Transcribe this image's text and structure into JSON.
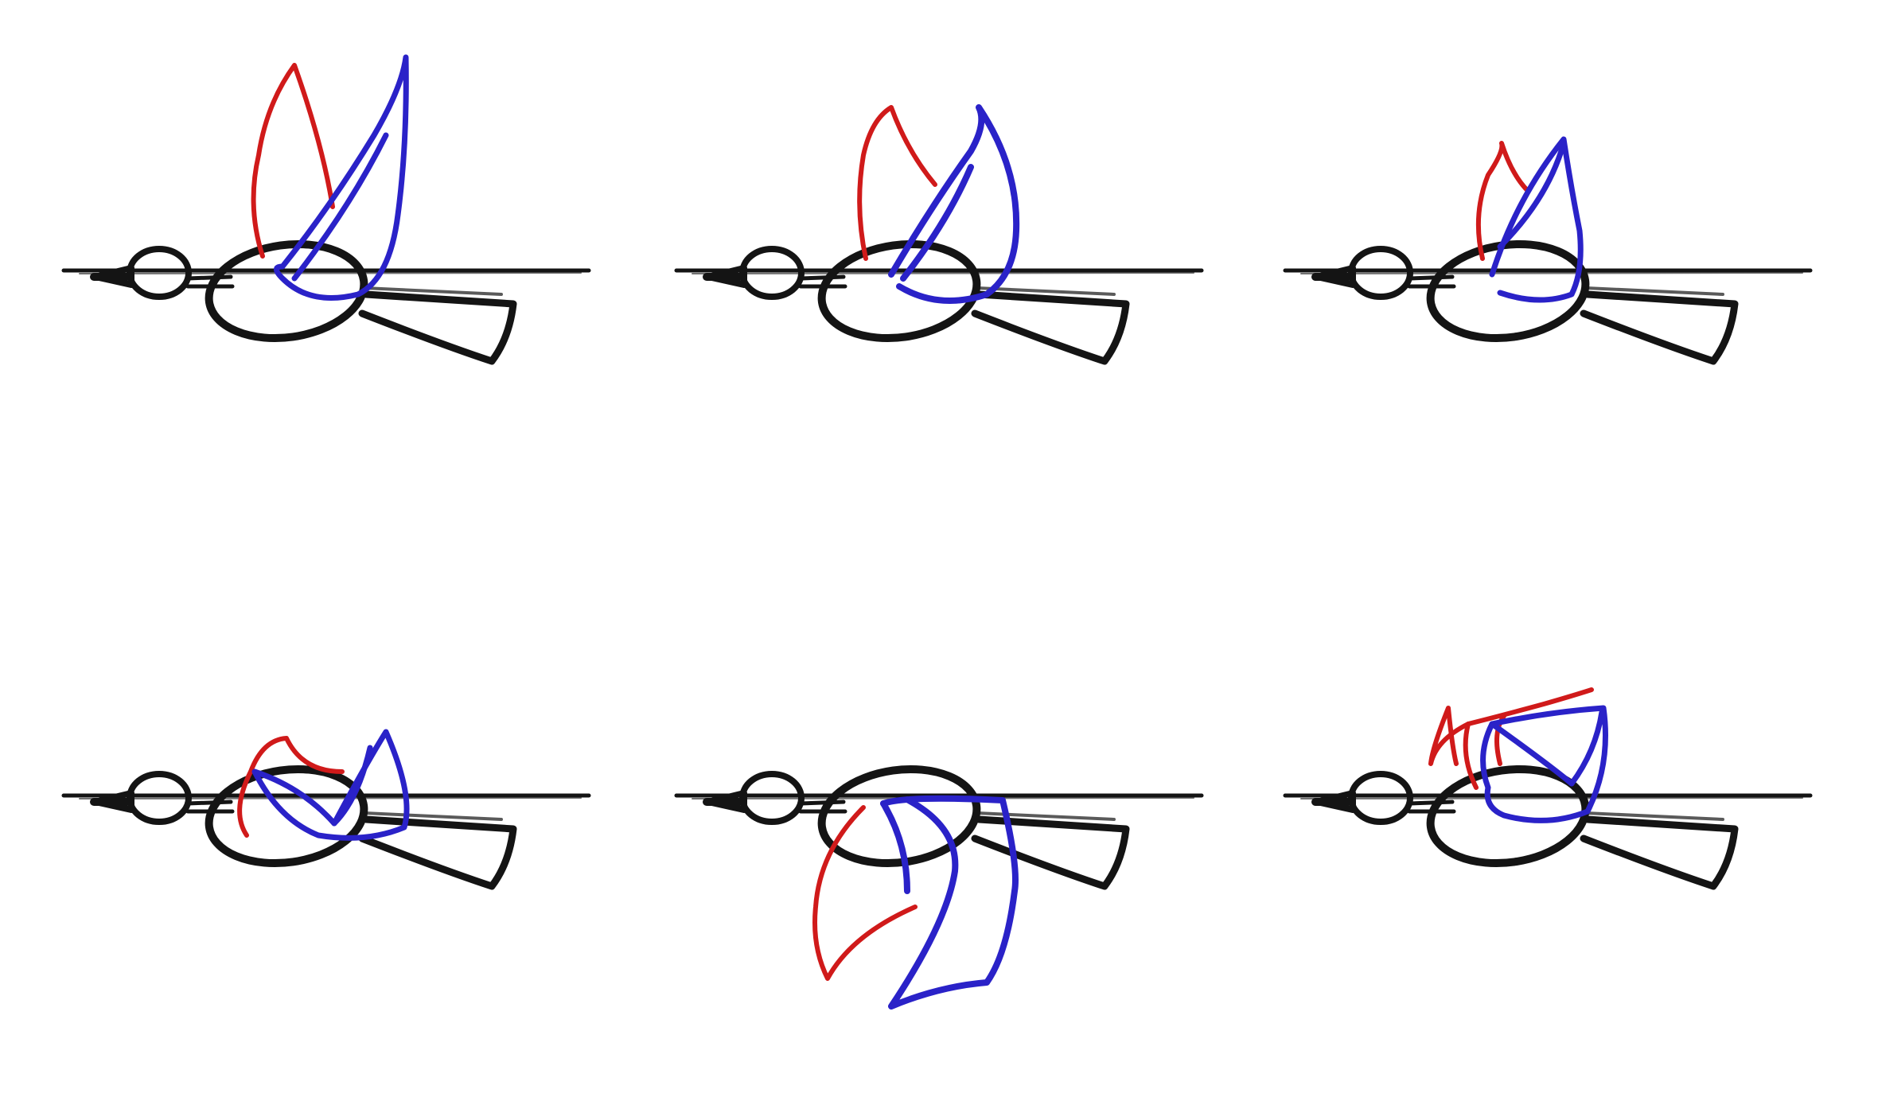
{
  "artwork": {
    "kind": "hand-drawn bird flight cycle sketch",
    "frame_count": 6,
    "background_color": "#ffffff",
    "colors": {
      "body": "#141414",
      "far_wing": "#d01a1a",
      "near_wing": "#2a22c8"
    },
    "frames": [
      {
        "frame": 1,
        "wing_phase": "up"
      },
      {
        "frame": 2,
        "wing_phase": "up-mid"
      },
      {
        "frame": 3,
        "wing_phase": "mid"
      },
      {
        "frame": 4,
        "wing_phase": "folded"
      },
      {
        "frame": 5,
        "wing_phase": "down"
      },
      {
        "frame": 6,
        "wing_phase": "recovery"
      }
    ]
  }
}
